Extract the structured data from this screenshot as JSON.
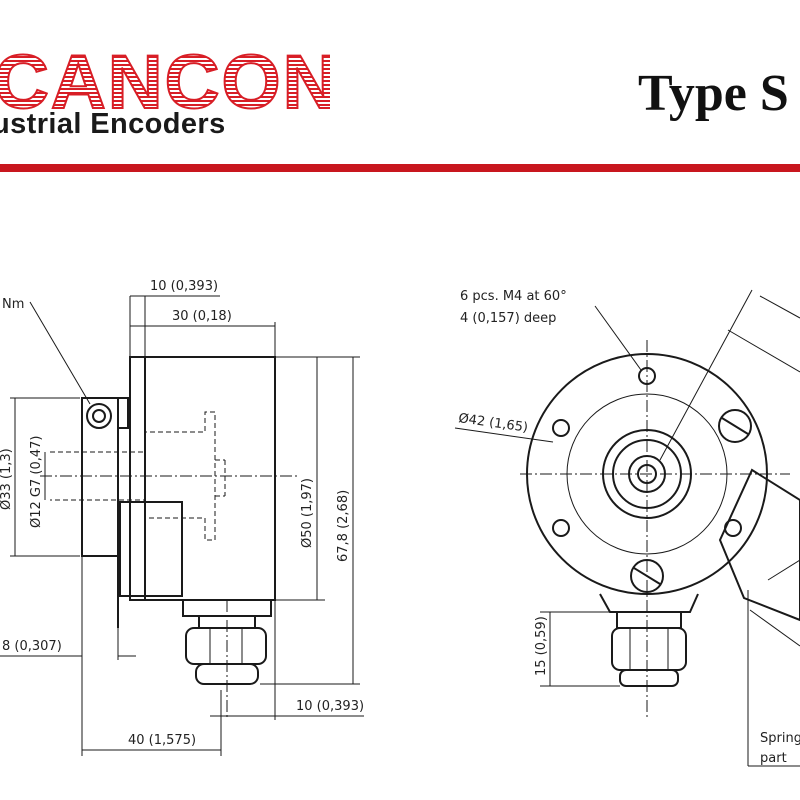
{
  "header": {
    "logo_text": "CANCON",
    "logo_subtitle": "ustrial Encoders",
    "title": "Type S",
    "rule_color": "#c8161e",
    "logo_color": "#d81e26"
  },
  "side_view": {
    "dim_10_top": "10 (0,393)",
    "dim_30": "30 (0,18)",
    "dim_dia33": "Ø33 (1,3)",
    "dim_dia12": "Ø12 G7 (0,47)",
    "dim_dia50": "Ø50 (1,97)",
    "dim_67_8": "67,8 (2,68)",
    "dim_0307": "8 (0,307)",
    "dim_10_bottom": "10 (0,393)",
    "dim_40": "40 (1,575)",
    "torque_label": "Nm"
  },
  "front_view": {
    "holes_note_line1": "6 pcs. M4 at 60°",
    "holes_note_line2": "4 (0,157) deep",
    "dim_dia42": "Ø42 (1,65)",
    "dim_15": "15 (0,59)",
    "spring_line1": "Spring",
    "spring_line2": "part"
  }
}
